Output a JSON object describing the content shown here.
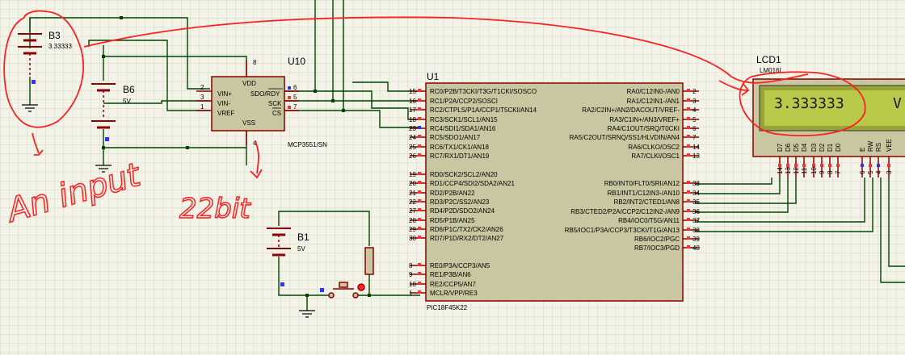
{
  "colors": {
    "background": "#f4f3e8",
    "grid": "#d2d3c6",
    "wire": "#004400",
    "part": "#8b0000",
    "body": "#c9c7a1",
    "lcd": "#b9c94a",
    "marker": "#ff0000"
  },
  "b3": {
    "ref": "B3",
    "value": "3.33333"
  },
  "b6": {
    "ref": "B6",
    "value": "5V"
  },
  "b1": {
    "ref": "B1",
    "value": "5V"
  },
  "u10": {
    "ref": "U10",
    "part": "MCP3551/SN",
    "pins": {
      "vdd": "VDD",
      "vinp": "VIN+",
      "vinm": "VIN-",
      "vref": "VREF",
      "vss": "VSS",
      "sdo": "SDO/RDY",
      "sck": "SCK",
      "cs": "CS"
    },
    "pin_numbers": {
      "vdd": "8",
      "vinp": "2",
      "vinm": "3",
      "vref": "1",
      "vss": "4",
      "sdo": "6",
      "sck": "5",
      "cs": "7"
    }
  },
  "u1": {
    "ref": "U1",
    "part": "PIC18F45K22",
    "left_pins": [
      {
        "num": "15",
        "label": "RC0/P2B/T3CKI/T3G/T1CKI/SOSCO"
      },
      {
        "num": "16",
        "label": "RC1/P2A/CCP2/SOSCI"
      },
      {
        "num": "17",
        "label": "RC2/CTPLS/P1A/CCP1/T5CKI/AN14"
      },
      {
        "num": "18",
        "label": "RC3/SCK1/SCL1/AN15"
      },
      {
        "num": "23",
        "label": "RC4/SDI1/SDA1/AN16"
      },
      {
        "num": "24",
        "label": "RC5/SDO1/AN17"
      },
      {
        "num": "25",
        "label": "RC6/TX1/CK1/AN18"
      },
      {
        "num": "26",
        "label": "RC7/RX1/DT1/AN19"
      },
      {
        "num": "19",
        "label": "RD0/SCK2/SCL2/AN20"
      },
      {
        "num": "20",
        "label": "RD1/CCP4/SDI2/SDA2/AN21"
      },
      {
        "num": "21",
        "label": "RD2/P2B/AN22"
      },
      {
        "num": "22",
        "label": "RD3/P2C/SS2/AN23"
      },
      {
        "num": "27",
        "label": "RD4/P2D/SDO2/AN24"
      },
      {
        "num": "28",
        "label": "RD5/P1B/AN25"
      },
      {
        "num": "29",
        "label": "RD6/P1C/TX2/CK2/AN26"
      },
      {
        "num": "30",
        "label": "RD7/P1D/RX2/DT2/AN27"
      },
      {
        "num": "8",
        "label": "RE0/P3A/CCP3/AN5"
      },
      {
        "num": "9",
        "label": "RE1/P3B/AN6"
      },
      {
        "num": "10",
        "label": "RE2/CCP5/AN7"
      },
      {
        "num": "1",
        "label": "MCLR/VPP/RE3"
      }
    ],
    "right_pins": [
      {
        "num": "2",
        "label": "RA0/C12IN0-/AN0"
      },
      {
        "num": "3",
        "label": "RA1/C12IN1-/AN1"
      },
      {
        "num": "4",
        "label": "RA2/C2IN+/AN2/DACOUT/VREF-"
      },
      {
        "num": "5",
        "label": "RA3/C1IN+/AN3/VREF+"
      },
      {
        "num": "6",
        "label": "RA4/C1OUT/SRQ/T0CKI"
      },
      {
        "num": "7",
        "label": "RA5/C2OUT/SRNQ/SS1/HLVDIN/AN4"
      },
      {
        "num": "14",
        "label": "RA6/CLKO/OSC2"
      },
      {
        "num": "13",
        "label": "RA7/CLKI/OSC1"
      },
      {
        "num": "33",
        "label": "RB0/INT0/FLT0/SRI/AN12"
      },
      {
        "num": "34",
        "label": "RB1/INT1/C12IN3-/AN10"
      },
      {
        "num": "35",
        "label": "RB2/INT2/CTED1/AN8"
      },
      {
        "num": "36",
        "label": "RB3/CTED2/P2A/CCP2/C12IN2-/AN9"
      },
      {
        "num": "37",
        "label": "RB4/IOC0/T5G/AN11"
      },
      {
        "num": "38",
        "label": "RB5/IOC1/P3A/CCP3/T3CKI/T1G/AN13"
      },
      {
        "num": "39",
        "label": "RB6/IOC2/PGC"
      },
      {
        "num": "40",
        "label": "RB7/IOC3/PGD"
      }
    ]
  },
  "lcd": {
    "ref": "LCD1",
    "part": "LM016L",
    "display": "3.333333",
    "display_right": "V",
    "pins": [
      {
        "label": "D7",
        "num": "14"
      },
      {
        "label": "D6",
        "num": "13"
      },
      {
        "label": "D5",
        "num": "12"
      },
      {
        "label": "D4",
        "num": "11"
      },
      {
        "label": "D3",
        "num": "10"
      },
      {
        "label": "D2",
        "num": "9"
      },
      {
        "label": "D1",
        "num": "8"
      },
      {
        "label": "D0",
        "num": "7"
      },
      {
        "label": "E",
        "num": "6"
      },
      {
        "label": "RW",
        "num": "5"
      },
      {
        "label": "RS",
        "num": "4"
      },
      {
        "label": "VEE",
        "num": "3"
      }
    ]
  },
  "annotations": {
    "an_input": "An input",
    "bits": "22bit"
  }
}
